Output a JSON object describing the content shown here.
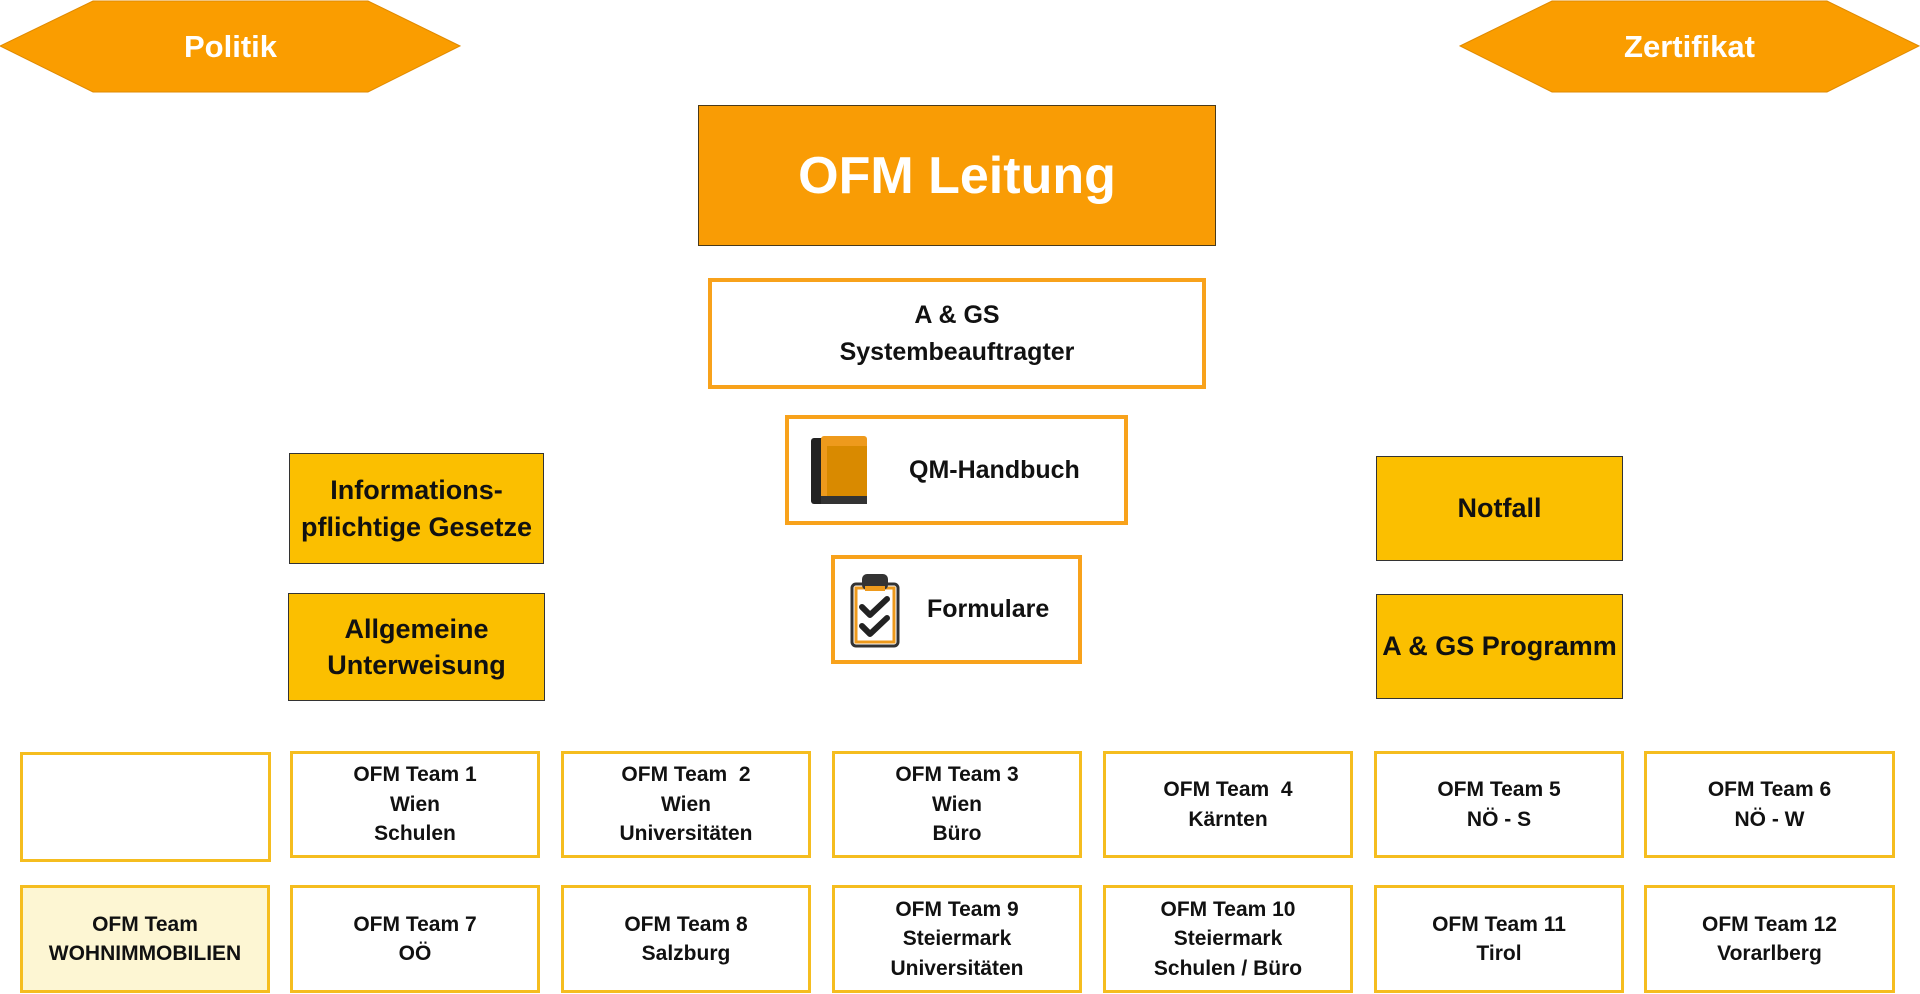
{
  "colors": {
    "orange": "#f99c05",
    "hexagon_fill": "#fa9d00",
    "yellow_box": "#fbbf00",
    "orange_border": "#f8a21b",
    "team_border": "#f5bd1f",
    "team_shaded": "#fdf6d3"
  },
  "hexagons": {
    "left": "Politik",
    "right": "Zertifikat"
  },
  "lead_box": "OFM Leitung",
  "system_box": {
    "line1": "A & GS",
    "line2": "Systembeauftragter"
  },
  "qm_box": {
    "label": "QM-Handbuch",
    "icon": "book-icon"
  },
  "forms_box": {
    "label": "Formulare",
    "icon": "clipboard-check-icon"
  },
  "left_boxes": [
    {
      "line1": "Informations-",
      "line2": "pflichtige Gesetze"
    },
    {
      "line1": "Allgemeine",
      "line2": "Unterweisung"
    }
  ],
  "right_boxes": [
    {
      "line1": "Notfall"
    },
    {
      "line1": "A & GS Programm"
    }
  ],
  "teams_row1": [
    {
      "line1": "",
      "line2": "",
      "line3": ""
    },
    {
      "line1": "OFM Team 1",
      "line2": "Wien",
      "line3": "Schulen"
    },
    {
      "line1": "OFM Team  2",
      "line2": "Wien",
      "line3": "Universitäten"
    },
    {
      "line1": "OFM Team 3",
      "line2": "Wien",
      "line3": "Büro"
    },
    {
      "line1": "OFM Team  4",
      "line2": "Kärnten",
      "line3": ""
    },
    {
      "line1": "OFM Team 5",
      "line2": "NÖ - S",
      "line3": ""
    },
    {
      "line1": "OFM Team 6",
      "line2": "NÖ - W",
      "line3": ""
    }
  ],
  "teams_row2": [
    {
      "line1": "OFM Team",
      "line2": "WOHNIMMOBILIEN",
      "line3": ""
    },
    {
      "line1": "OFM Team 7",
      "line2": "OÖ",
      "line3": ""
    },
    {
      "line1": "OFM Team 8",
      "line2": "Salzburg",
      "line3": ""
    },
    {
      "line1": "OFM Team 9",
      "line2": "Steiermark",
      "line3": "Universitäten"
    },
    {
      "line1": "OFM Team 10",
      "line2": "Steiermark",
      "line3": "Schulen / Büro"
    },
    {
      "line1": "OFM Team 11",
      "line2": "Tirol",
      "line3": ""
    },
    {
      "line1": "OFM Team 12",
      "line2": "Vorarlberg",
      "line3": ""
    }
  ]
}
